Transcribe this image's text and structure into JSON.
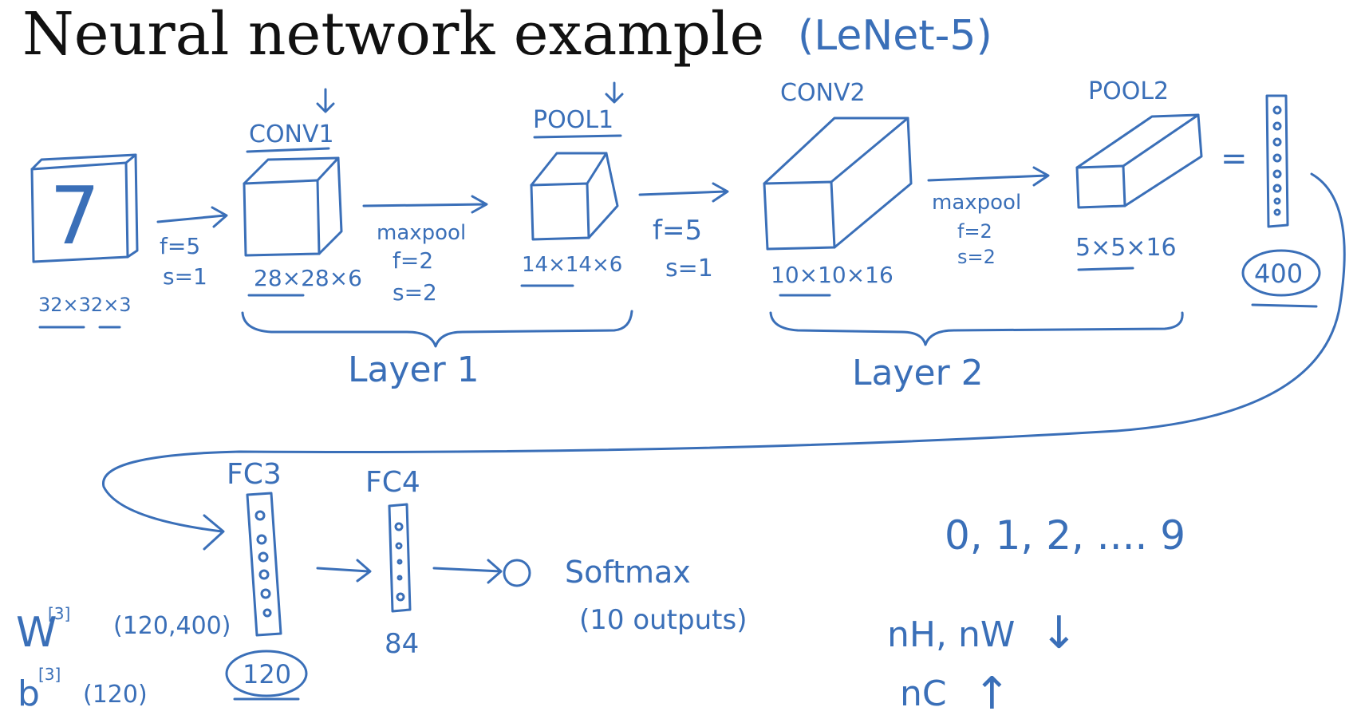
{
  "title": "Neural network example",
  "subtitle": "(LeNet-5)",
  "input": {
    "digit": "7",
    "dims": "32×32×3"
  },
  "conv1": {
    "label": "CONV1",
    "dims": "28×28×6",
    "f": "f=5",
    "s": "s=1"
  },
  "pool1": {
    "label": "POOL1",
    "dims": "14×14×6",
    "op": "maxpool",
    "f": "f=2",
    "s": "s=2"
  },
  "conv2": {
    "label": "CONV2",
    "dims": "10×10×16",
    "f": "f=5",
    "s": "s=1"
  },
  "pool2": {
    "label": "POOL2",
    "dims": "5×5×16",
    "op": "maxpool",
    "f": "f=2",
    "s": "s=2"
  },
  "layer1": "Layer 1",
  "layer2": "Layer 2",
  "equals": "=",
  "flat": {
    "size": "400"
  },
  "fc3": {
    "label": "FC3",
    "size": "120"
  },
  "fc4": {
    "label": "FC4",
    "size": "84"
  },
  "softmax": {
    "label": "Softmax",
    "outputs": "(10 outputs)"
  },
  "weights": {
    "w": "W",
    "w_sup": "[3]",
    "w_shape": "(120,400)",
    "b": "b",
    "b_sup": "[3]",
    "b_shape": "(120)"
  },
  "classes": "0, 1, 2, .... 9",
  "trends": {
    "hw": "nH, nW",
    "hw_arrow": "↓",
    "c": "nC",
    "c_arrow": "↑"
  }
}
